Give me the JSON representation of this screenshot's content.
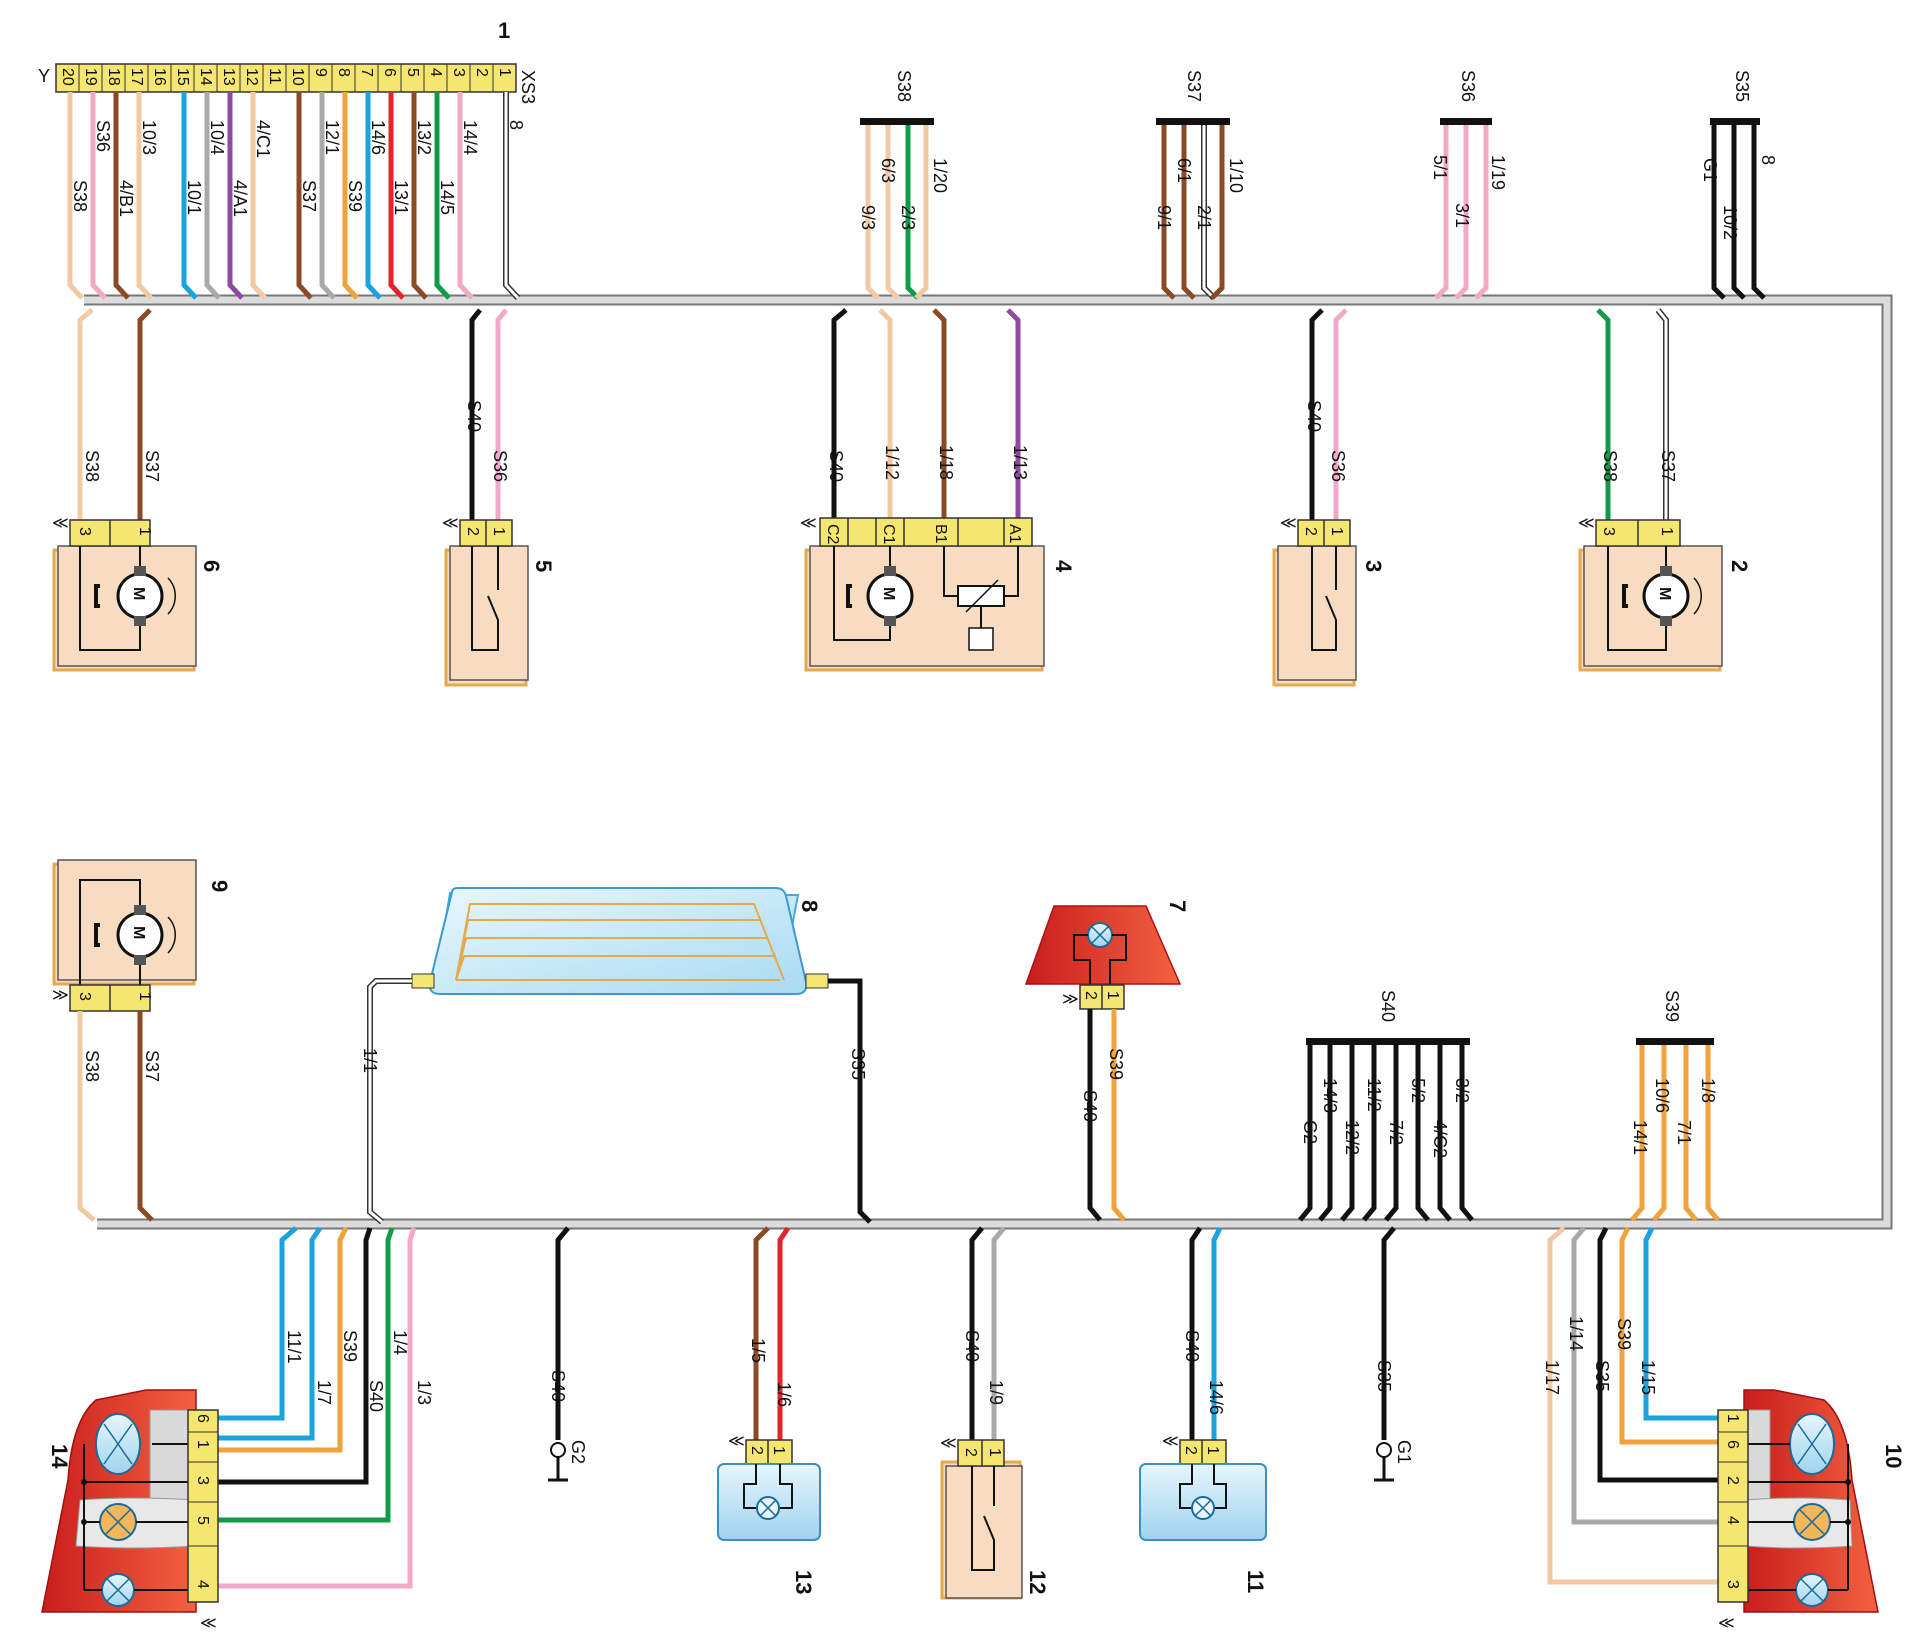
{
  "colors": {
    "black": "#111111",
    "brown": "#8b4a26",
    "pink": "#f2a9c8",
    "beige": "#f3c9a4",
    "blue": "#1aa3dd",
    "green": "#119b47",
    "red": "#e0262a",
    "orange": "#f0a23c",
    "grey": "#a9a9a9",
    "violet": "#8e4aa0",
    "white": "#ffffff",
    "harness": "#d9d9d9",
    "connector": "#f4e66e",
    "device": "#f8dcc2",
    "lamp_red": "#e73b2c",
    "lamp_blue": "#bfe3f5"
  },
  "components": {
    "c1": {
      "num": "1",
      "tag": "XS3",
      "aux": "Y"
    },
    "c2": {
      "num": "2",
      "motor": "M"
    },
    "c3": {
      "num": "3"
    },
    "c4": {
      "num": "4",
      "motor": "M"
    },
    "c5": {
      "num": "5"
    },
    "c6": {
      "num": "6",
      "motor": "M"
    },
    "c7": {
      "num": "7"
    },
    "c8": {
      "num": "8"
    },
    "c9": {
      "num": "9",
      "motor": "M"
    },
    "c10": {
      "num": "10"
    },
    "c11": {
      "num": "11"
    },
    "c12": {
      "num": "12"
    },
    "c13": {
      "num": "13"
    },
    "c14": {
      "num": "14"
    }
  },
  "xs3_pins": [
    "20",
    "19",
    "18",
    "17",
    "16",
    "15",
    "14",
    "13",
    "12",
    "11",
    "10",
    "9",
    "8",
    "7",
    "6",
    "5",
    "4",
    "3",
    "2",
    "1"
  ],
  "xs3_wire_labels": [
    "S38",
    "S36",
    "4/B1",
    "10/3",
    "10/1",
    "10/4",
    "4/A1",
    "4/C1",
    "S37",
    "12/1",
    "S39",
    "14/6",
    "13/1",
    "13/2",
    "14/5",
    "14/4",
    "8"
  ],
  "splices_top": {
    "s38": {
      "name": "S38",
      "wires": [
        "9/3",
        "6/3",
        "2/3",
        "1/20"
      ]
    },
    "s37": {
      "name": "S37",
      "wires": [
        "9/1",
        "6/1",
        "2/1",
        "1/10"
      ]
    },
    "s36": {
      "name": "S36",
      "wires": [
        "5/1",
        "3/1",
        "1/19"
      ]
    },
    "s35": {
      "name": "S35",
      "wires": [
        "G1",
        "10/2",
        "8"
      ]
    }
  },
  "splices_bottom": {
    "s40": {
      "name": "S40",
      "wires": [
        "G2",
        "14/3",
        "12/2",
        "11/2",
        "7/2",
        "5/2",
        "4/C2",
        "3/2"
      ]
    },
    "s39": {
      "name": "S39",
      "wires": [
        "14/1",
        "10/6",
        "7/1",
        "1/8"
      ]
    }
  },
  "drops_top": {
    "d6": [
      "S38",
      "S37"
    ],
    "d5": [
      "S40",
      "S36"
    ],
    "d4": [
      "S40",
      "1/12",
      "1/18",
      "1/13"
    ],
    "d3": [
      "S40",
      "S36"
    ],
    "d2": [
      "S38",
      "S37"
    ]
  },
  "pins_top": {
    "p6": [
      "3",
      "1"
    ],
    "p5": [
      "2",
      "1"
    ],
    "p4": [
      "C2",
      "C1",
      "B1",
      "A1"
    ],
    "p3": [
      "2",
      "1"
    ],
    "p2": [
      "3",
      "1"
    ]
  },
  "drops_bottom": {
    "d9": [
      "S38",
      "S37"
    ],
    "d8a": "1/1",
    "d8b": "S35",
    "d7": [
      "S40",
      "S39"
    ],
    "d14": [
      "11/1",
      "1/7",
      "S39",
      "S40",
      "1/4",
      "1/3"
    ],
    "g2": [
      "S40",
      "G2"
    ],
    "d13": [
      "1/5",
      "1/6"
    ],
    "d12": [
      "S40",
      "1/9"
    ],
    "d11": [
      "S40",
      "14/6"
    ],
    "g1": [
      "S35",
      "G1"
    ],
    "d10": [
      "1/17",
      "1/14",
      "S35",
      "S39",
      "1/15"
    ]
  },
  "pins_bottom": {
    "p9": [
      "3",
      "1"
    ],
    "p7": [
      "2",
      "1"
    ],
    "p13": [
      "2",
      "1"
    ],
    "p12": [
      "2",
      "1"
    ],
    "p11": [
      "2",
      "1"
    ],
    "p14": [
      "6",
      "1",
      "3",
      "5",
      "4"
    ],
    "p10": [
      "1",
      "6",
      "2",
      "4",
      "3"
    ]
  }
}
